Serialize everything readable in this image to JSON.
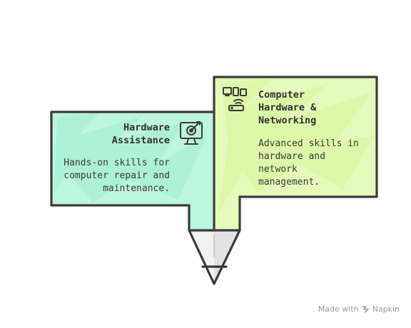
{
  "boxes": {
    "left": {
      "title_lines": [
        "Hardware",
        "Assistance"
      ],
      "desc_lines": [
        "Hands-on skills for",
        "computer repair and",
        "maintenance."
      ],
      "icon": "target-monitor-icon",
      "fill": "#b8f5dc"
    },
    "right": {
      "title_lines": [
        "Computer",
        "Hardware &",
        "Networking"
      ],
      "desc_lines": [
        "Advanced skills in",
        "hardware and",
        "network",
        "management."
      ],
      "icon": "devices-network-icon",
      "fill": "#e4fbb8"
    }
  },
  "footer": {
    "made_with": "Made with",
    "brand": "Napkin",
    "icon": "napkin-logo-icon"
  },
  "colors": {
    "outline": "#3b3b3b",
    "pencil_shade": "#e2e2e2"
  }
}
